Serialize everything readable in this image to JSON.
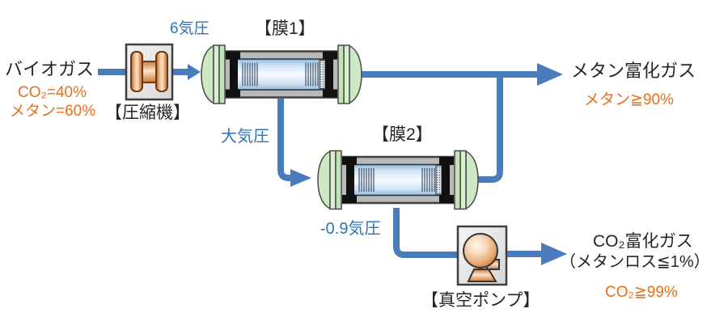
{
  "flow": {
    "input": {
      "title": "バイオガス",
      "co2": "CO₂=40%",
      "methane": "メタン=60%"
    },
    "compressor": {
      "label": "【圧縮機】",
      "outlet_pressure": "6気圧"
    },
    "membrane1": {
      "label": "【膜1】",
      "permeate_pressure": "大気圧"
    },
    "membrane2": {
      "label": "【膜2】",
      "permeate_pressure": "-0.9気圧"
    },
    "vacuum_pump": {
      "label": "【真空ポンプ】"
    },
    "methane_output": {
      "title": "メタン富化ガス",
      "spec": "メタン≧90%"
    },
    "co2_output": {
      "title": "CO₂富化ガス",
      "loss": "（メタンロス≦1%）",
      "spec": "CO₂≧99%"
    }
  },
  "icons": {
    "compressor": "compressor-spool-icon",
    "membrane_module": "membrane-module-icon",
    "vacuum_pump": "vacuum-pump-icon",
    "arrows": "flow-arrow-icon"
  },
  "colors": {
    "pipe_blue": "#4a7cbc",
    "pressure_text_blue": "#2e75b6",
    "spec_text_orange": "#e8701a",
    "label_text": "#262626",
    "membrane_cap_green": "#cde9c3",
    "module_body_gray": "#b9b9b9",
    "machine_orange": "#e3995c"
  }
}
